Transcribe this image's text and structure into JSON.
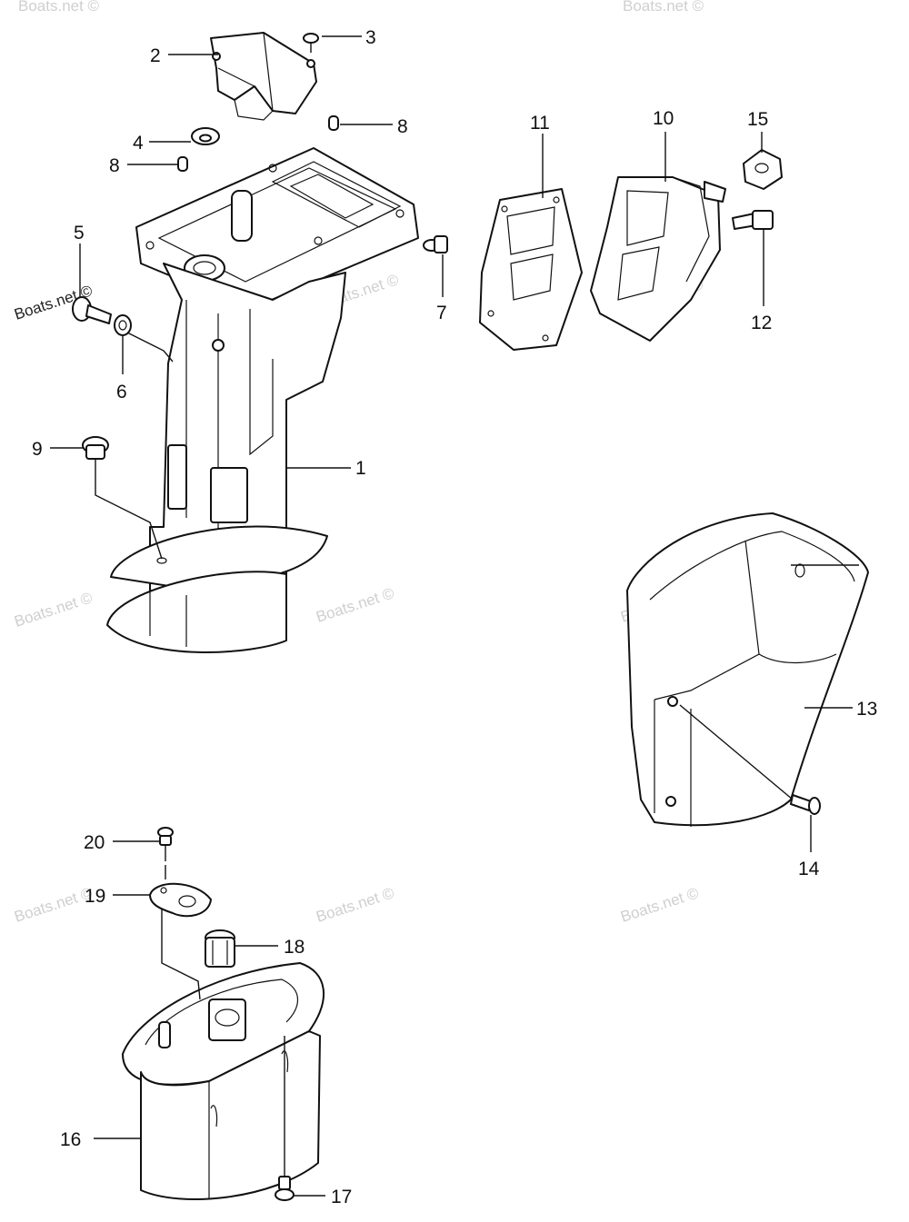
{
  "callouts": {
    "c1": "1",
    "c2": "2",
    "c3": "3",
    "c4": "4",
    "c5": "5",
    "c6": "6",
    "c7": "7",
    "c8a": "8",
    "c8b": "8",
    "c9": "9",
    "c10": "10",
    "c11": "11",
    "c12": "12",
    "c13": "13",
    "c14": "14",
    "c15": "15",
    "c16": "16",
    "c17": "17",
    "c18": "18",
    "c19": "19",
    "c20": "20"
  },
  "watermark": "Boats.net ©"
}
